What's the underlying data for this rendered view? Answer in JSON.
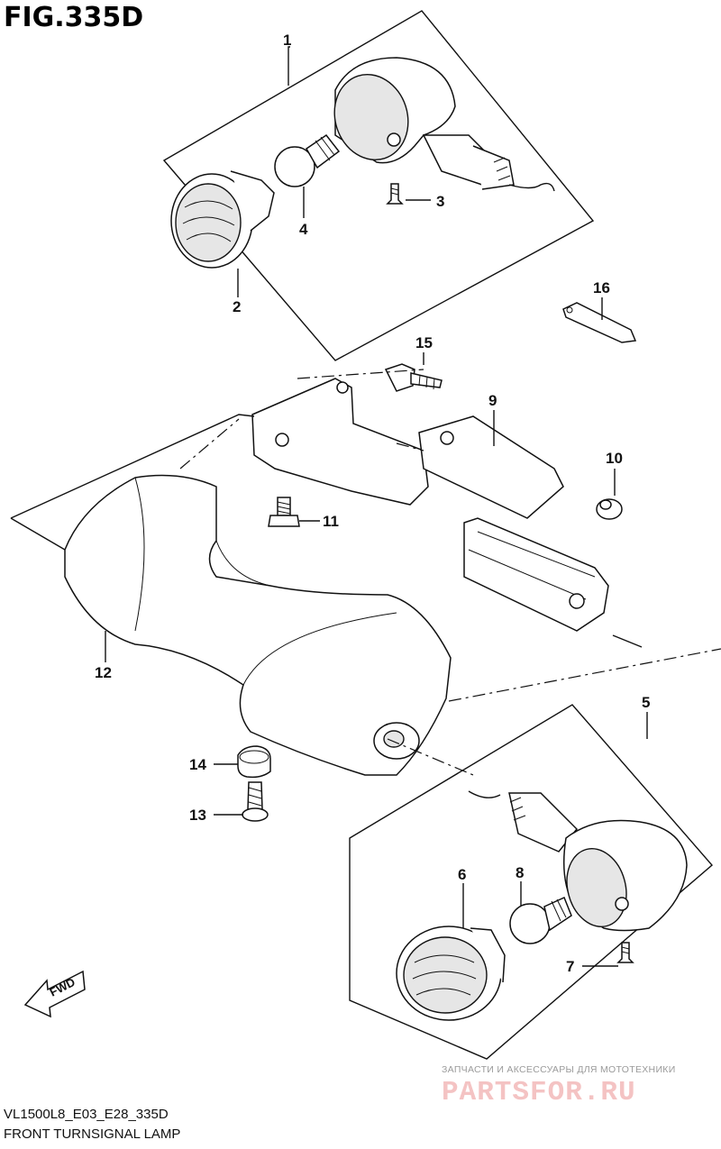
{
  "figure": {
    "title": "FIG.335D",
    "model_code": "VL1500L8_E03_E28_335D",
    "name": "FRONT TURNSIGNAL LAMP"
  },
  "callouts": [
    "1",
    "2",
    "3",
    "4",
    "5",
    "6",
    "7",
    "8",
    "9",
    "10",
    "11",
    "12",
    "13",
    "14",
    "15",
    "16"
  ],
  "direction_badge": "FWD",
  "watermark": {
    "tagline": "ЗАПЧАСТИ И АКСЕССУАРЫ ДЛЯ МОТОТЕХНИКИ",
    "brand": "PARTSFOR.RU"
  },
  "colors": {
    "ink": "#111111",
    "watermark": "#d62828"
  }
}
